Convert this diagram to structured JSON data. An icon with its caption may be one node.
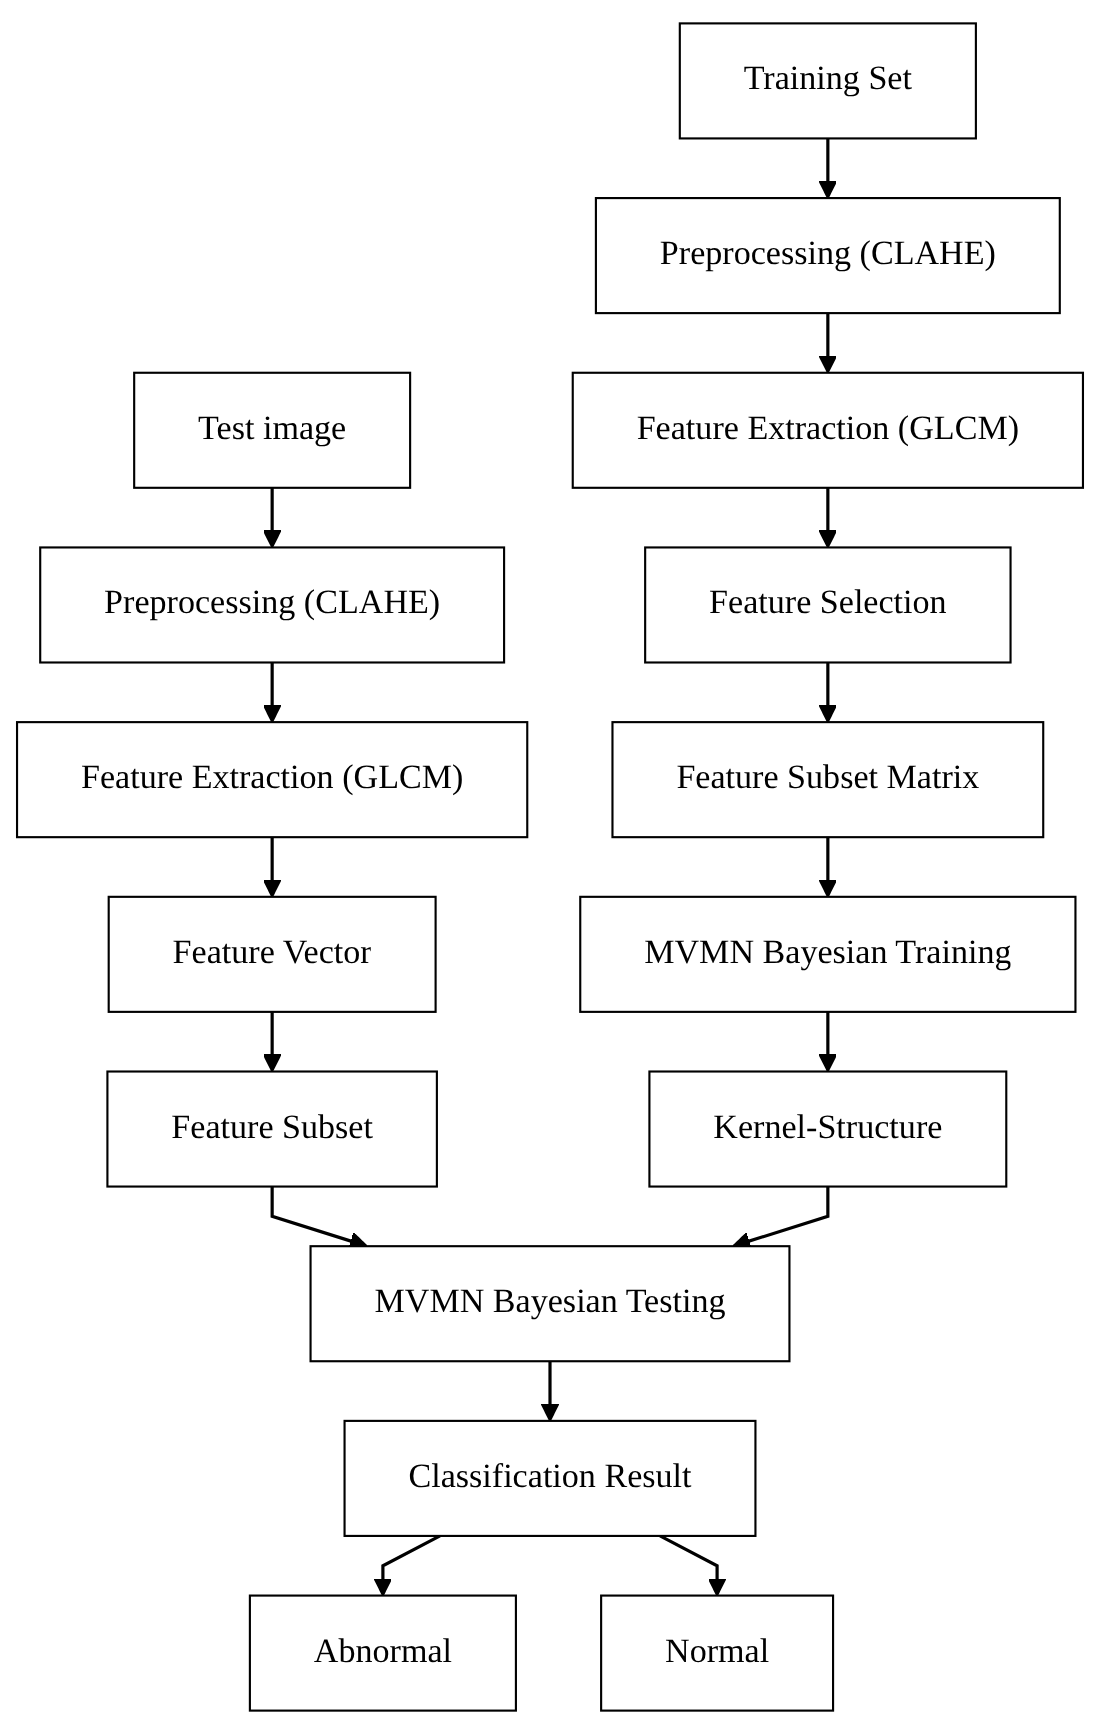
{
  "diagram": {
    "nodes": [
      {
        "text": [
          "Training Set"
        ]
      },
      {
        "text": [
          "Preprocessing (CLAHE)"
        ]
      },
      {
        "text": [
          "Feature Extraction (GLCM)"
        ]
      },
      {
        "text": [
          "Feature Selection"
        ]
      },
      {
        "text": [
          "Feature Subset Matrix"
        ]
      },
      {
        "text": [
          "MVMN Bayesian Training"
        ]
      },
      {
        "text": [
          "Kernel-Structure"
        ]
      },
      {
        "text": [
          "Test image"
        ]
      },
      {
        "text": [
          "Preprocessing (CLAHE)"
        ]
      },
      {
        "text": [
          "Feature Extraction (GLCM)"
        ]
      },
      {
        "text": [
          "Feature Vector"
        ]
      },
      {
        "text": [
          "Feature Subset"
        ]
      },
      {
        "text": [
          "MVMN Bayesian Testing"
        ]
      },
      {
        "text": [
          "Classification Result"
        ]
      },
      {
        "text": [
          "Abnormal"
        ]
      },
      {
        "text": [
          "Normal"
        ]
      }
    ],
    "edges": [
      {
        "from": 0,
        "to": 1,
        "arrow": "to"
      },
      {
        "from": 1,
        "to": 2,
        "arrow": "to"
      },
      {
        "from": 2,
        "to": 3,
        "arrow": "to"
      },
      {
        "from": 3,
        "to": 4,
        "arrow": "to"
      },
      {
        "from": 4,
        "to": 5,
        "arrow": "to"
      },
      {
        "from": 5,
        "to": 6,
        "arrow": "to"
      },
      {
        "from": 7,
        "to": 8,
        "arrow": "to"
      },
      {
        "from": 8,
        "to": 9,
        "arrow": "to"
      },
      {
        "from": 9,
        "to": 10,
        "arrow": "to"
      },
      {
        "from": 10,
        "to": 11,
        "arrow": "to"
      },
      {
        "from": 11,
        "to": 12,
        "arrow": "to"
      },
      {
        "from": 6,
        "to": 12,
        "arrow": "to"
      },
      {
        "from": 12,
        "to": 13,
        "arrow": "to"
      },
      {
        "from": 13,
        "to": 14,
        "arrow": "to"
      },
      {
        "from": 13,
        "to": 15,
        "arrow": "to"
      }
    ]
  }
}
